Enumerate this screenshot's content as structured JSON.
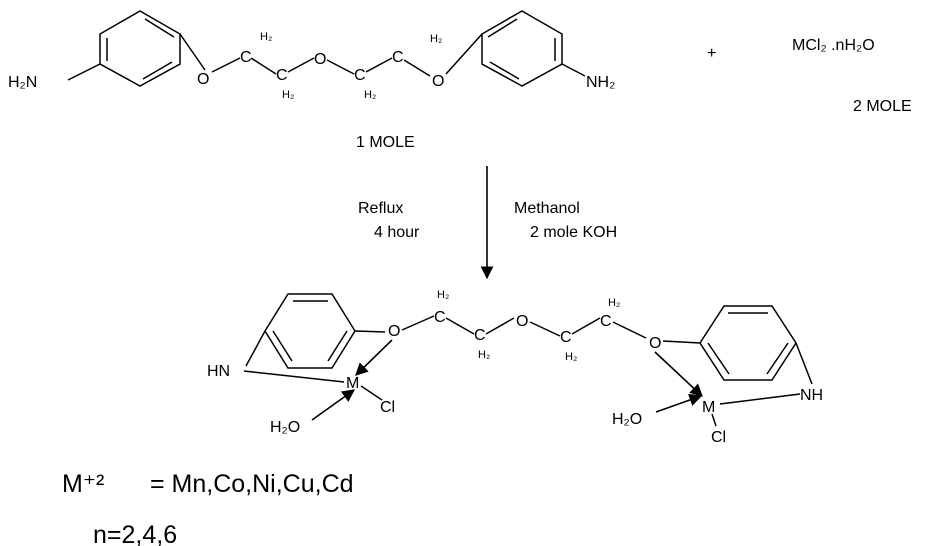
{
  "reactant": {
    "amine_left": "H₂N",
    "amine_right": "NH₂",
    "oxygen": "O",
    "methylene_label": "H₂",
    "carbon": "C",
    "amount": "1 MOLE"
  },
  "reagent": {
    "plus": "+",
    "formula": "MCl₂ .nH₂O",
    "amount": "2 MOLE"
  },
  "conditions": {
    "left_line1": "Reflux",
    "left_line2": "4 hour",
    "right_line1": "Methanol",
    "right_line2": "2 mole KOH"
  },
  "product": {
    "nh_left": "HN",
    "nh_right": "NH",
    "metal": "M",
    "chloride": "Cl",
    "water": "H₂O",
    "oxygen": "O",
    "methylene_label": "H₂",
    "carbon": "C"
  },
  "legend": {
    "metal_charge": "M⁺²",
    "metals": "= Mn,Co,Ni,Cu,Cd",
    "hydration": "n=2,4,6"
  }
}
